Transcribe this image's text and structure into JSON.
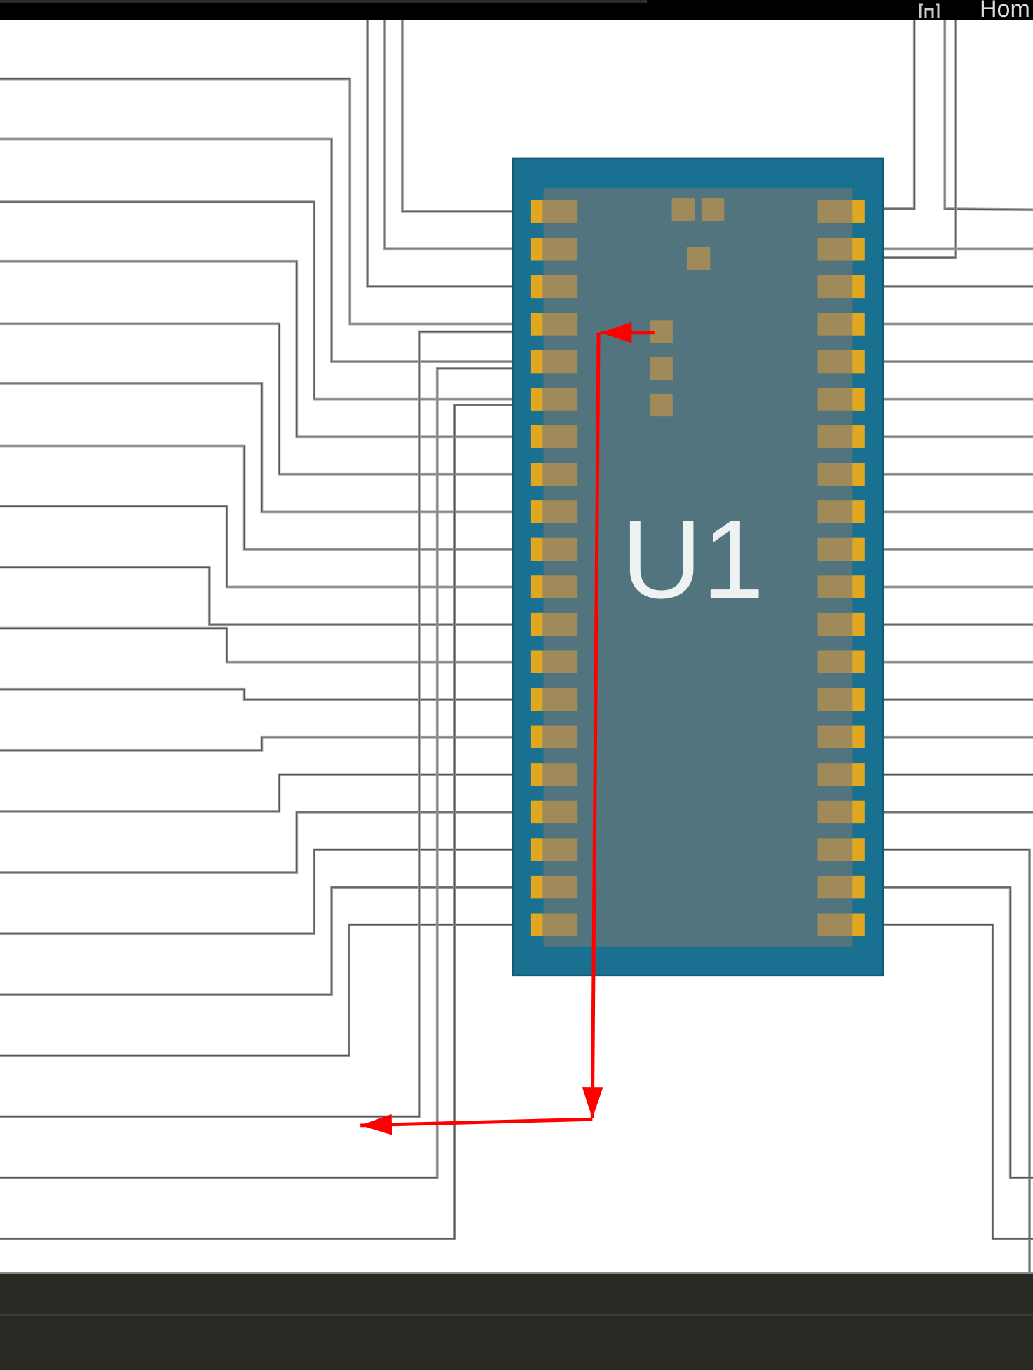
{
  "topbar": {
    "home_label": "Hom",
    "home_icon": "home-icon"
  },
  "schematic": {
    "component_label": "U1",
    "left_pin_count": 20,
    "right_pin_count": 20,
    "colors": {
      "chip_border": "#1a7090",
      "chip_body": "#52747e",
      "pad": "#a08a5a",
      "pad_edge": "#e0a820",
      "wire": "#9a9a9a",
      "annotation": "#ff0000"
    }
  },
  "annotation": {
    "type": "red-arrows",
    "count": 3
  }
}
